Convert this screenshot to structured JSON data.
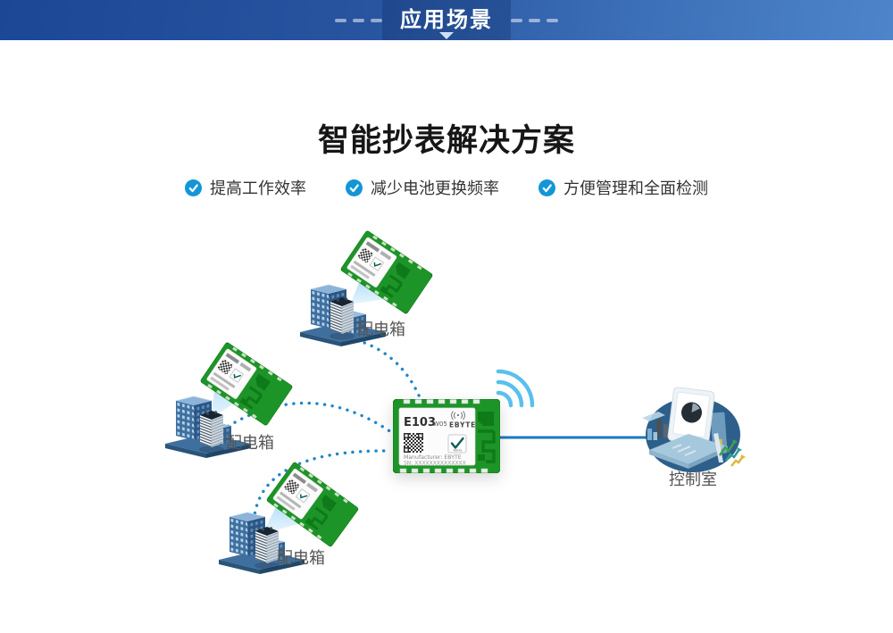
{
  "header": {
    "title": "应用场景"
  },
  "section": {
    "title": "智能抄表解决方案",
    "features": [
      {
        "label": "提高工作效率"
      },
      {
        "label": "减少电池更换频率"
      },
      {
        "label": "方便管理和全面检测"
      }
    ]
  },
  "diagram": {
    "groups": [
      {
        "label": "配电箱"
      },
      {
        "label": "配电箱"
      },
      {
        "label": "配电箱"
      }
    ],
    "control_room": {
      "label": "控制室"
    },
    "module": {
      "model": "E103",
      "variant": "W05",
      "brand": "EBYTE",
      "badge": "RoHS",
      "manufacturer_line": "Manufacturer: EBYTE",
      "sn_line": "SN: XXXXXXXXXXXXXX"
    },
    "colors": {
      "header_gradient_start": "#1b4795",
      "header_gradient_end": "#4e85ca",
      "check_circle_blue": "#1396d5",
      "dotted_link_blue": "#1d86ca",
      "uplink_line_blue": "#1a79bd",
      "pcb_green": "#1d9428",
      "trace_green": "#0e7a19",
      "wifi_arc_blue": "#59c0ee",
      "building_blue": "#3e6f9f",
      "label_gray": "#555555"
    }
  }
}
